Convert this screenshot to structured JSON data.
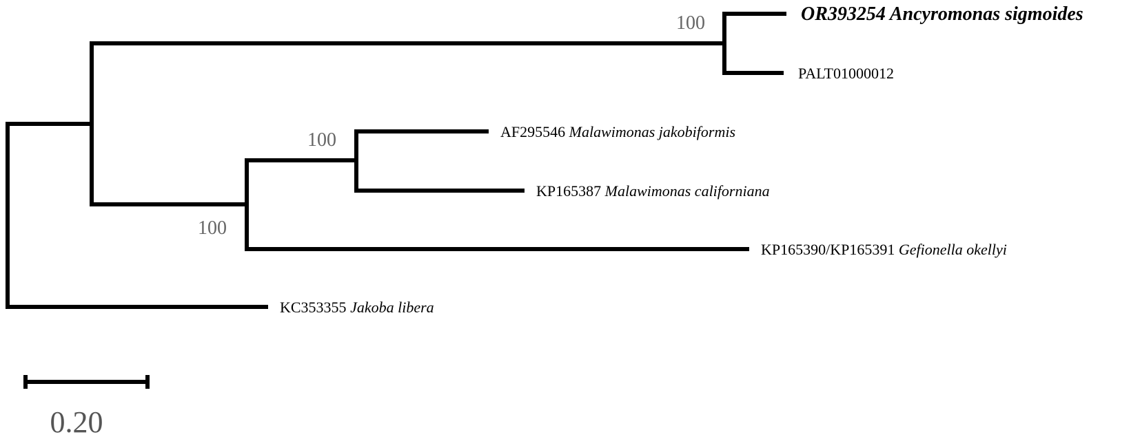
{
  "tree": {
    "taxa": [
      {
        "id": "t1",
        "accession": "OR393254",
        "species": "Ancyromonas sigmoides",
        "highlight": true
      },
      {
        "id": "t2",
        "accession": "PALT01000012",
        "species": "",
        "highlight": false
      },
      {
        "id": "t3",
        "accession": "AF295546",
        "species": "Malawimonas jakobiformis",
        "highlight": false
      },
      {
        "id": "t4",
        "accession": "KP165387",
        "species": "Malawimonas californiana",
        "highlight": false
      },
      {
        "id": "t5",
        "accession": "KP165390/KP165391",
        "species": "Gefionella okellyi",
        "highlight": false
      },
      {
        "id": "t6",
        "accession": "KC353355",
        "species": "Jakoba libera",
        "highlight": false
      }
    ],
    "support_values": {
      "ancyromonas_clade": "100",
      "malawimonas_clade": "100",
      "malawimonas_gefionella_clade": "100"
    },
    "scale_bar": {
      "label": "0.20"
    },
    "colors": {
      "branch": "#000000",
      "support": "#666666",
      "scale_label": "#555555",
      "text": "#000000"
    }
  }
}
